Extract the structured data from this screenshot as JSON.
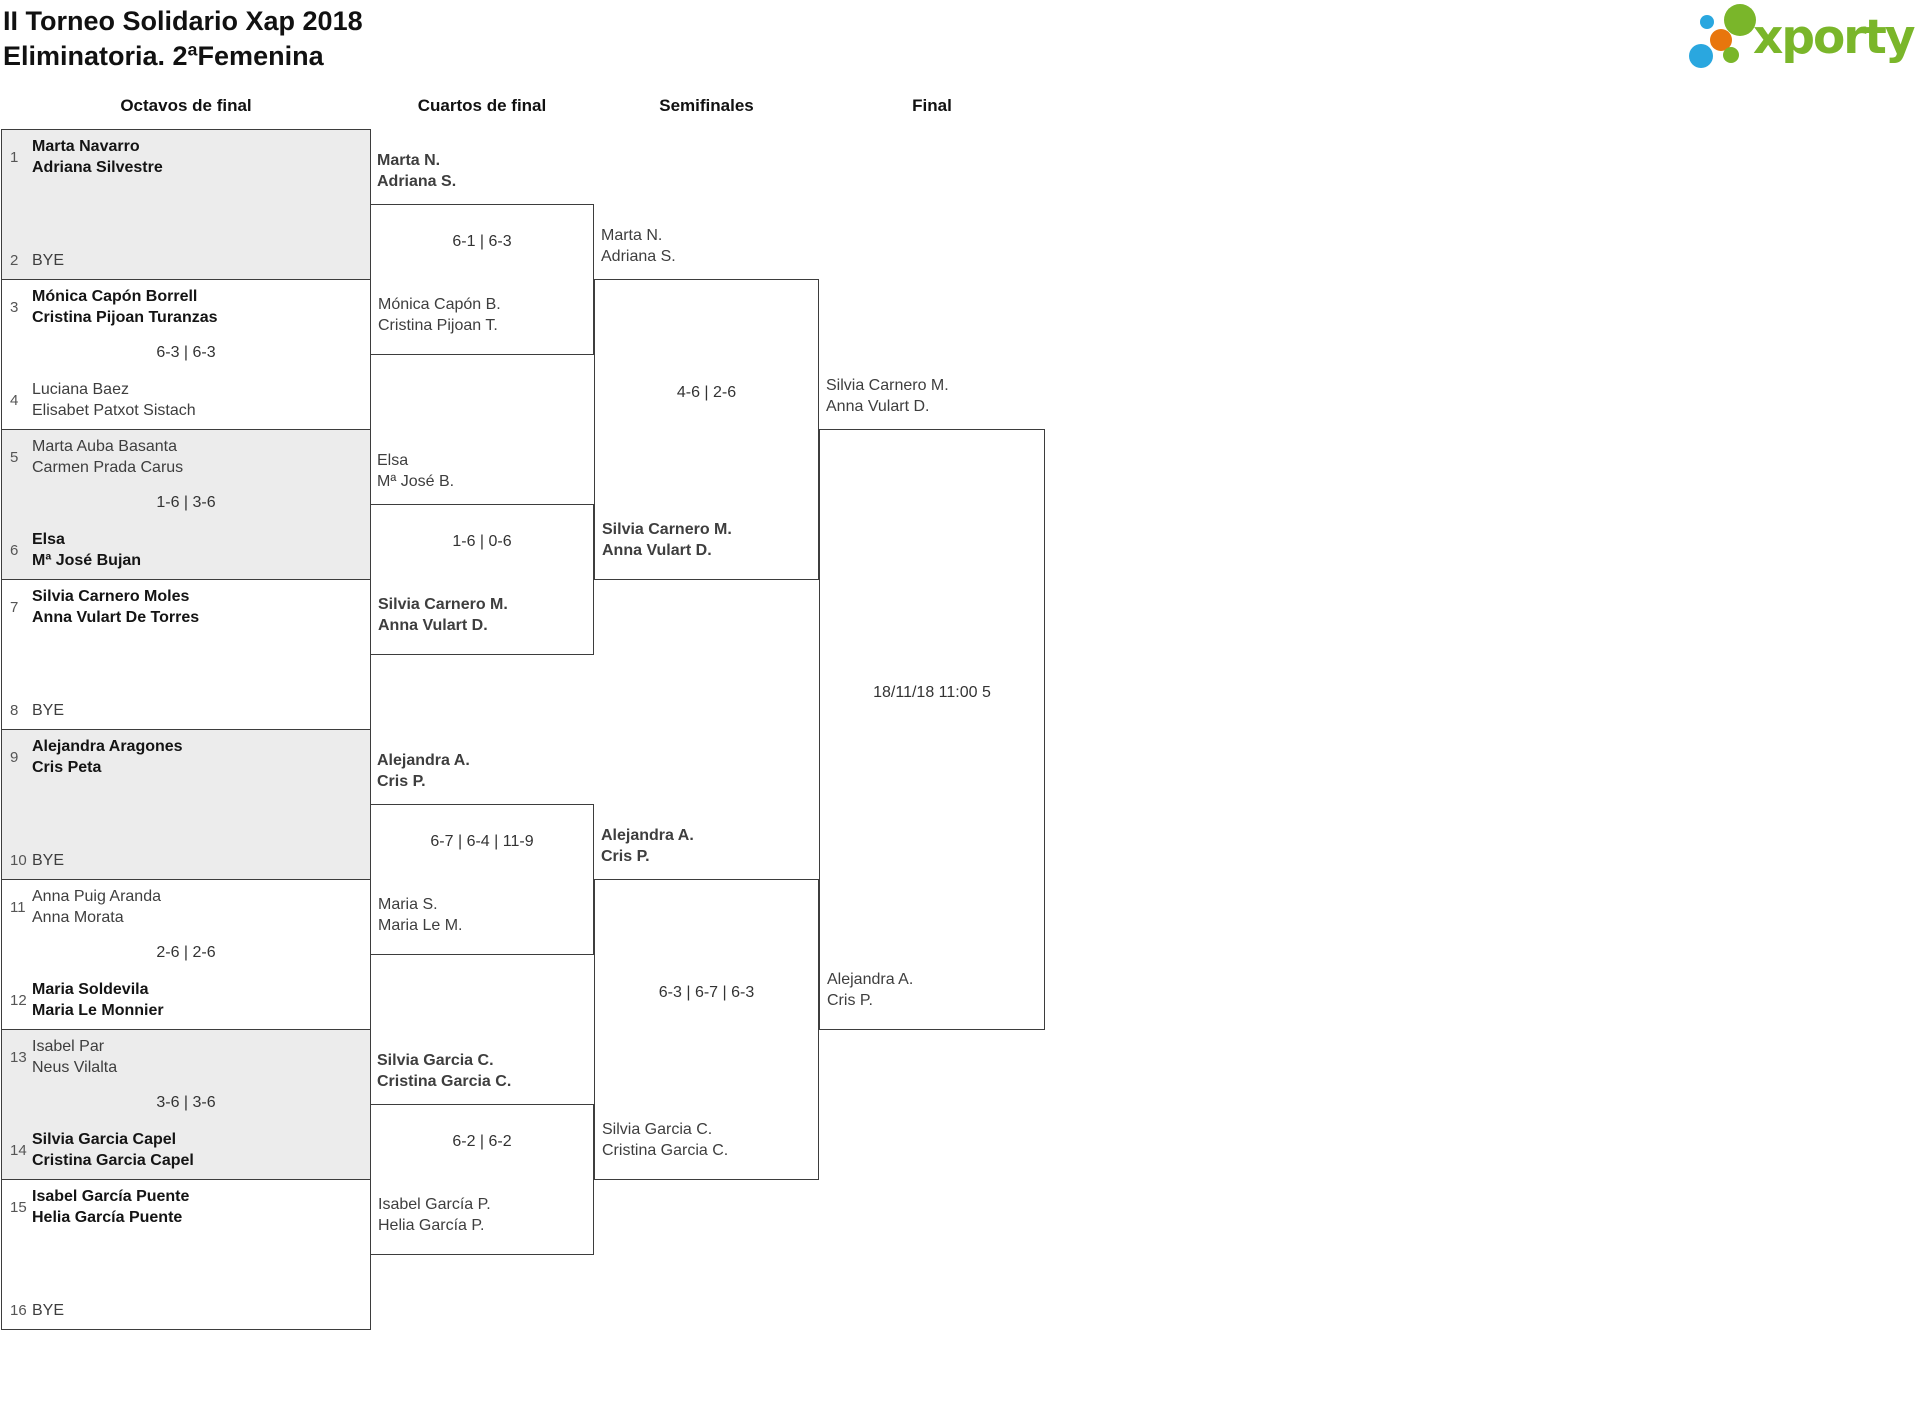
{
  "title": {
    "text": "II Torneo Solidario Xap 2018\nEliminatoria. 2ªFemenina"
  },
  "logo": {
    "text": "xporty",
    "colors": {
      "green": "#7ab62a",
      "blue": "#2aa7df",
      "orange": "#e8760d"
    }
  },
  "columns": [
    "Octavos de final",
    "Cuartos de final",
    "Semifinales",
    "Final"
  ],
  "rounds": {
    "octavos": [
      {
        "seedA": "1",
        "teamA": {
          "name": "Marta Navarro\nAdriana Silvestre",
          "winner": true
        },
        "score": "",
        "seedB": "2",
        "teamB": {
          "name": "BYE",
          "winner": false
        }
      },
      {
        "seedA": "3",
        "teamA": {
          "name": "Mónica Capón Borrell\nCristina Pijoan Turanzas",
          "winner": true
        },
        "score": "6-3 | 6-3",
        "seedB": "4",
        "teamB": {
          "name": "Luciana Baez\nElisabet Patxot Sistach",
          "winner": false
        }
      },
      {
        "seedA": "5",
        "teamA": {
          "name": "Marta Auba Basanta\nCarmen Prada Carus",
          "winner": false
        },
        "score": "1-6 | 3-6",
        "seedB": "6",
        "teamB": {
          "name": "Elsa\nMª José Bujan",
          "winner": true
        }
      },
      {
        "seedA": "7",
        "teamA": {
          "name": "Silvia Carnero Moles\nAnna Vulart De Torres",
          "winner": true
        },
        "score": "",
        "seedB": "8",
        "teamB": {
          "name": "BYE",
          "winner": false
        }
      },
      {
        "seedA": "9",
        "teamA": {
          "name": "Alejandra Aragones\nCris Peta",
          "winner": true
        },
        "score": "",
        "seedB": "10",
        "teamB": {
          "name": "BYE",
          "winner": false
        }
      },
      {
        "seedA": "11",
        "teamA": {
          "name": "Anna Puig Aranda\nAnna Morata",
          "winner": false
        },
        "score": "2-6 | 2-6",
        "seedB": "12",
        "teamB": {
          "name": "Maria Soldevila\nMaria Le Monnier",
          "winner": true
        }
      },
      {
        "seedA": "13",
        "teamA": {
          "name": "Isabel Par\nNeus Vilalta",
          "winner": false
        },
        "score": "3-6 | 3-6",
        "seedB": "14",
        "teamB": {
          "name": "Silvia Garcia Capel\nCristina Garcia Capel",
          "winner": true
        }
      },
      {
        "seedA": "15",
        "teamA": {
          "name": "Isabel García Puente\nHelia García Puente",
          "winner": true
        },
        "score": "",
        "seedB": "16",
        "teamB": {
          "name": "BYE",
          "winner": false
        }
      }
    ],
    "cuartos": [
      {
        "teamA": {
          "name": "Marta N.\nAdriana S.",
          "winner": true
        },
        "score": "6-1 | 6-3",
        "teamB": {
          "name": "Mónica Capón B.\nCristina Pijoan T.",
          "winner": false
        }
      },
      {
        "teamA": {
          "name": "Elsa\nMª José B.",
          "winner": false
        },
        "score": "1-6 | 0-6",
        "teamB": {
          "name": "Silvia Carnero M.\nAnna Vulart D.",
          "winner": true
        }
      },
      {
        "teamA": {
          "name": "Alejandra A.\nCris P.",
          "winner": true
        },
        "score": "6-7 | 6-4 | 11-9",
        "teamB": {
          "name": "Maria S.\nMaria Le M.",
          "winner": false
        }
      },
      {
        "teamA": {
          "name": "Silvia Garcia C.\nCristina Garcia C.",
          "winner": true
        },
        "score": "6-2 | 6-2",
        "teamB": {
          "name": "Isabel García P.\nHelia García P.",
          "winner": false
        }
      }
    ],
    "semifinales": [
      {
        "teamA": {
          "name": "Marta N.\nAdriana S.",
          "winner": false
        },
        "score": "4-6 | 2-6",
        "teamB": {
          "name": "Silvia Carnero M.\nAnna Vulart D.",
          "winner": true
        }
      },
      {
        "teamA": {
          "name": "Alejandra A.\nCris P.",
          "winner": true
        },
        "score": "6-3 | 6-7 | 6-3",
        "teamB": {
          "name": "Silvia Garcia C.\nCristina Garcia C.",
          "winner": false
        }
      }
    ],
    "final": {
      "teamA": {
        "name": "Silvia Carnero M.\nAnna Vulart D.",
        "winner": false
      },
      "info": "18/11/18 11:00 5",
      "teamB": {
        "name": "Alejandra A.\nCris P.",
        "winner": false
      }
    }
  }
}
